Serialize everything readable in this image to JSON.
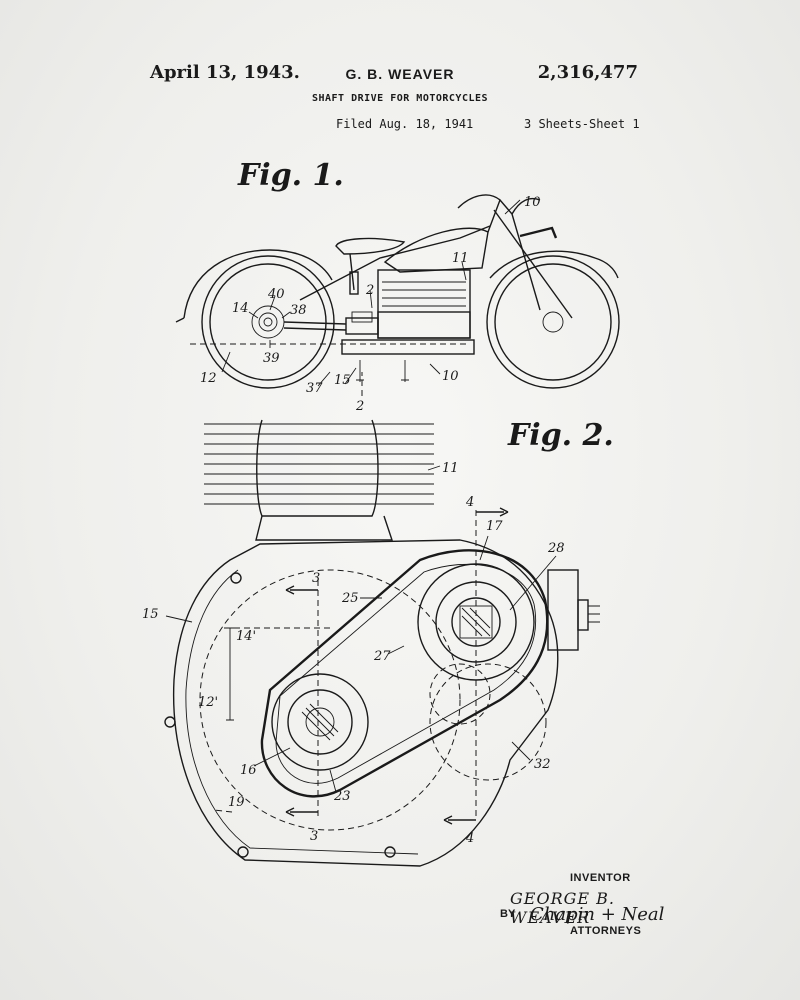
{
  "header": {
    "date": "April 13, 1943.",
    "inventor_name": "G. B. WEAVER",
    "patent_number": "2,316,477",
    "title": "SHAFT DRIVE FOR MOTORCYCLES",
    "filed": "Filed Aug. 18, 1941",
    "sheets": "3 Sheets-Sheet 1"
  },
  "figures": {
    "fig1_label": "Fig. 1.",
    "fig2_label": "Fig. 2."
  },
  "fig1_callouts": {
    "c10_top": "10",
    "c11": "11",
    "c2_top": "2",
    "c40": "40",
    "c14": "14",
    "c38": "38",
    "c39": "39",
    "c12": "12",
    "c37": "37",
    "c15": "15",
    "c10_bottom": "10",
    "c2_bottom": "2"
  },
  "fig2_callouts": {
    "c4_top": "4",
    "c17": "17",
    "c28": "28",
    "c11": "11",
    "c3_top": "3",
    "c25": "25",
    "c15": "15",
    "c14p": "14'",
    "c27": "27",
    "c12p": "12'",
    "c16": "16",
    "c23": "23",
    "c32": "32",
    "c19": "19",
    "c3_bottom": "3",
    "c4_bottom": "4"
  },
  "signature_block": {
    "inventor_label": "INVENTOR",
    "inventor_signature": "GEORGE B. WEAVER",
    "by_label": "BY",
    "attorney_signature": "Chapin + Neal",
    "attorneys_label": "ATTORNEYS"
  }
}
